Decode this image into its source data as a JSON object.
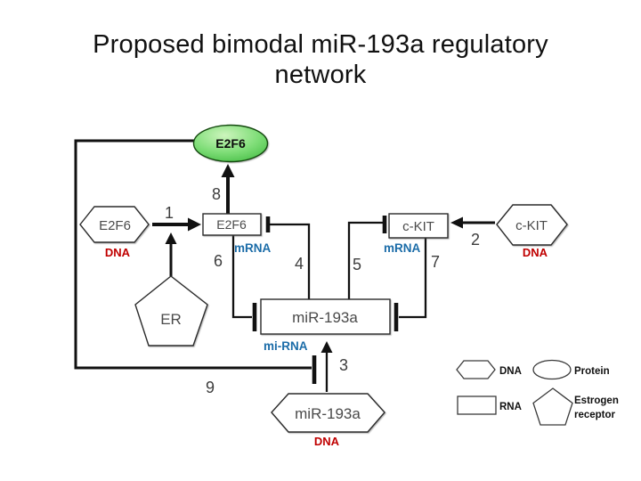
{
  "title": {
    "line1": "Proposed bimodal miR-193a regulatory",
    "line2": "network"
  },
  "nodes": {
    "e2f6_protein": {
      "label": "E2F6"
    },
    "e2f6_dna": {
      "label": "E2F6",
      "tag": "DNA"
    },
    "e2f6_mrna": {
      "label": "E2F6",
      "tag": "mRNA"
    },
    "ckit_mrna": {
      "label": "c-KIT",
      "tag": "mRNA"
    },
    "ckit_dna": {
      "label": "c-KIT",
      "tag": "DNA"
    },
    "er": {
      "label": "ER"
    },
    "mir193a_rna": {
      "label": "miR-193a",
      "tag": "mi-RNA"
    },
    "mir193a_dna": {
      "label": "miR-193a",
      "tag": "DNA"
    }
  },
  "edge_numbers": {
    "n1": "1",
    "n2": "2",
    "n3": "3",
    "n4": "4",
    "n5": "5",
    "n6": "6",
    "n7": "7",
    "n8": "8",
    "n9": "9"
  },
  "legend": {
    "dna": "DNA",
    "protein": "Protein",
    "rna": "RNA",
    "estrogen_line1": "Estrogen",
    "estrogen_line2": "receptor"
  },
  "colors": {
    "protein_green": "#5fd25f",
    "dna_label_red": "#c00000",
    "rna_label_blue": "#1b6ca8",
    "edge_black": "#111111"
  }
}
